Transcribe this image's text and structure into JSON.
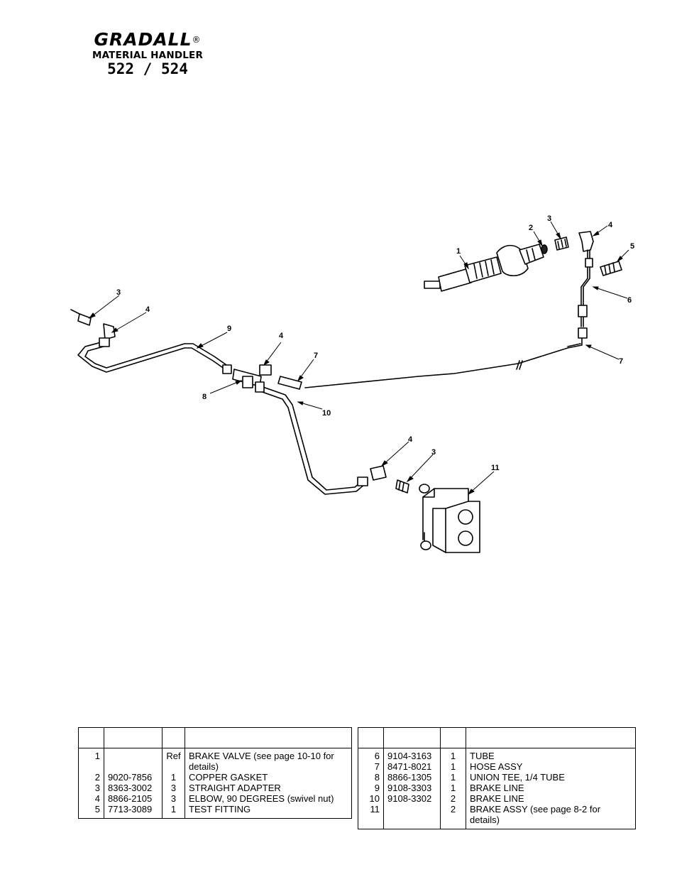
{
  "header": {
    "brand": "GRADALL",
    "registered": "®",
    "subtitle": "MATERIAL HANDLER",
    "model": "522 / 524"
  },
  "callouts": [
    {
      "id": "c1",
      "text": "1"
    },
    {
      "id": "c2",
      "text": "2"
    },
    {
      "id": "c3a",
      "text": "3"
    },
    {
      "id": "c4a",
      "text": "4"
    },
    {
      "id": "c5",
      "text": "5"
    },
    {
      "id": "c6",
      "text": "6"
    },
    {
      "id": "c7a",
      "text": "7"
    },
    {
      "id": "c3b",
      "text": "3"
    },
    {
      "id": "c4b",
      "text": "4"
    },
    {
      "id": "c9",
      "text": "9"
    },
    {
      "id": "c4c",
      "text": "4"
    },
    {
      "id": "c7b",
      "text": "7"
    },
    {
      "id": "c8",
      "text": "8"
    },
    {
      "id": "c10",
      "text": "10"
    },
    {
      "id": "c4d",
      "text": "4"
    },
    {
      "id": "c3c",
      "text": "3"
    },
    {
      "id": "c11",
      "text": "11"
    }
  ],
  "parts_left": [
    {
      "item": "1",
      "part": "",
      "qty": "Ref",
      "desc": "BRAKE VALVE (see page 10-10 for details)"
    },
    {
      "item": "2",
      "part": "9020-7856",
      "qty": "1",
      "desc": "COPPER GASKET"
    },
    {
      "item": "3",
      "part": "8363-3002",
      "qty": "3",
      "desc": "STRAIGHT ADAPTER"
    },
    {
      "item": "4",
      "part": "8866-2105",
      "qty": "3",
      "desc": "ELBOW, 90 DEGREES (swivel nut)"
    },
    {
      "item": "5",
      "part": "7713-3089",
      "qty": "1",
      "desc": "TEST FITTING"
    }
  ],
  "parts_right": [
    {
      "item": "6",
      "part": "9104-3163",
      "qty": "1",
      "desc": "TUBE"
    },
    {
      "item": "7",
      "part": "8471-8021",
      "qty": "1",
      "desc": "HOSE ASSY"
    },
    {
      "item": "8",
      "part": "8866-1305",
      "qty": "1",
      "desc": "UNION TEE, 1/4 TUBE"
    },
    {
      "item": "9",
      "part": "9108-3303",
      "qty": "1",
      "desc": "BRAKE LINE"
    },
    {
      "item": "10",
      "part": "9108-3302",
      "qty": "2",
      "desc": "BRAKE LINE"
    },
    {
      "item": "11",
      "part": "",
      "qty": "2",
      "desc": "BRAKE ASSY (see page 8-2 for details)"
    }
  ]
}
